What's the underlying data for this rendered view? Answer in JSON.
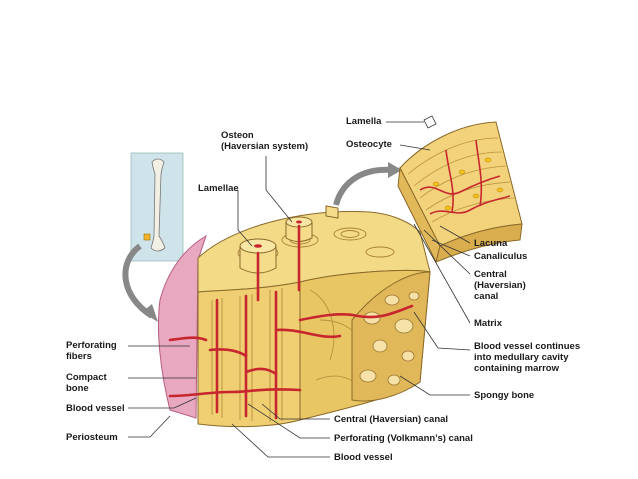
{
  "labels": {
    "lamella": "Lamella",
    "osteon": [
      "Osteon",
      "(Haversian system)"
    ],
    "osteocyte": "Osteocyte",
    "lamellae": "Lamellae",
    "lacuna": "Lacuna",
    "canaliculus": "Canaliculus",
    "central_canal_right": [
      "Central",
      "(Haversian)",
      "canal"
    ],
    "matrix": "Matrix",
    "blood_vessel_continues": [
      "Blood vessel continues",
      "into medullary cavity",
      "containing marrow"
    ],
    "spongy_bone": "Spongy bone",
    "perforating_fibers": [
      "Perforating",
      "fibers"
    ],
    "compact_bone": [
      "Compact",
      "bone"
    ],
    "blood_vessel_left": "Blood vessel",
    "periosteum": "Periosteum",
    "central_canal_bottom": "Central (Haversian) canal",
    "perforating_canal": "Perforating (Volkmann’s) canal",
    "blood_vessel_bottom": "Blood vessel"
  },
  "colors": {
    "bone": "#f0d27a",
    "bone_dark": "#c9a24a",
    "bone_outline": "#8a6a2a",
    "vessel": "#c8262e",
    "periosteum": "#e3a0b8",
    "inset_bg": "#cfe3ea",
    "leader": "#333333"
  }
}
